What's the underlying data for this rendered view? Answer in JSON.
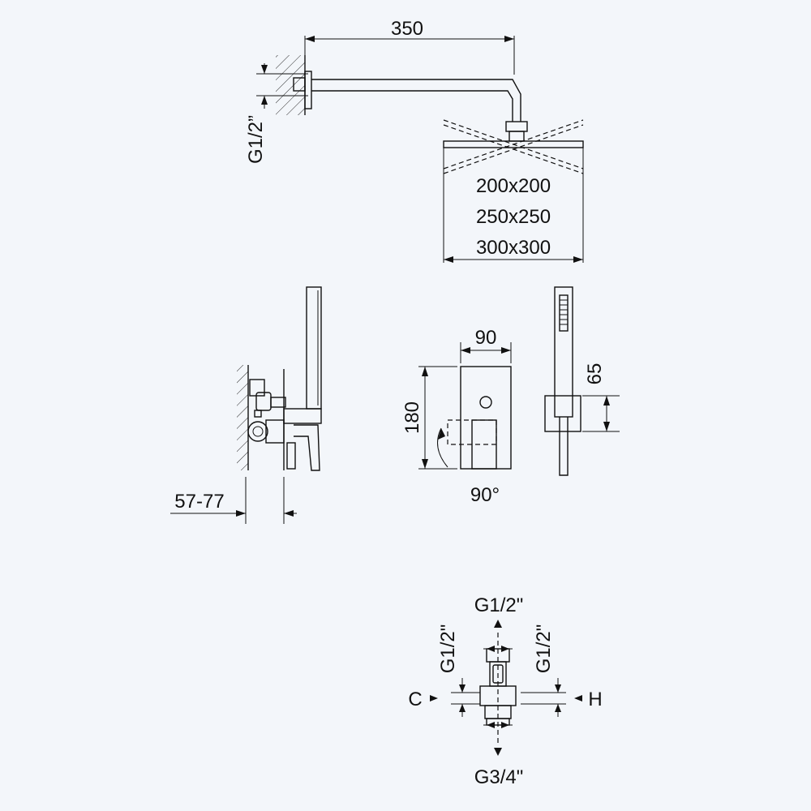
{
  "dimensions": {
    "arm_length": "350",
    "arm_thread": "G1/2”",
    "head_size_1": "200x200",
    "head_size_2": "250x250",
    "head_size_3": "300x300",
    "wall_depth": "57-77",
    "plate_width": "90",
    "plate_height": "180",
    "lever_rotation": "90°",
    "holder_height": "65"
  },
  "connections": {
    "top": "G1/2\"",
    "left": "G1/2\"",
    "right": "G1/2\"",
    "bottom": "G3/4\"",
    "cold": "C",
    "hot": "H"
  }
}
